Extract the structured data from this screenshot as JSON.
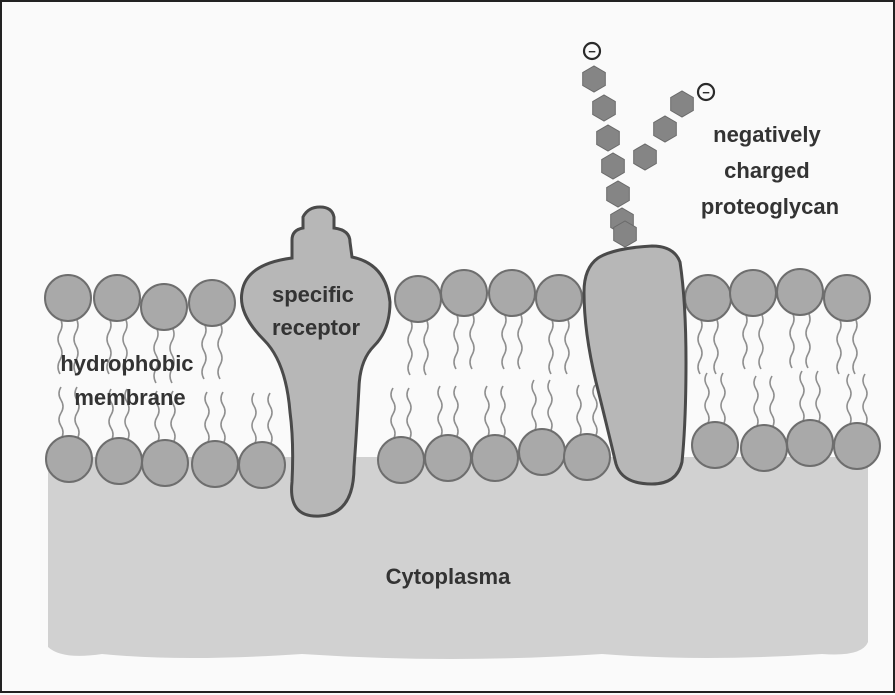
{
  "labels": {
    "specific_receptor": [
      "specific",
      "receptor"
    ],
    "hydrophobic_membrane": [
      "hydrophobic",
      "membrane"
    ],
    "negatively_charged_proteoglycan": [
      "negatively",
      "charged",
      "proteoglycan"
    ],
    "cytoplasma": "Cytoplasma"
  },
  "charge_symbol": "−",
  "colors": {
    "cytoplasm": "#d1d1d1",
    "head": "#a9a9a9",
    "head_stroke": "#6e6e6e",
    "protein": "#b7b7b7",
    "protein_stroke": "#4a4a4a",
    "sugar": "#858585",
    "text": "#333333",
    "tail": "#8f8f8f"
  }
}
